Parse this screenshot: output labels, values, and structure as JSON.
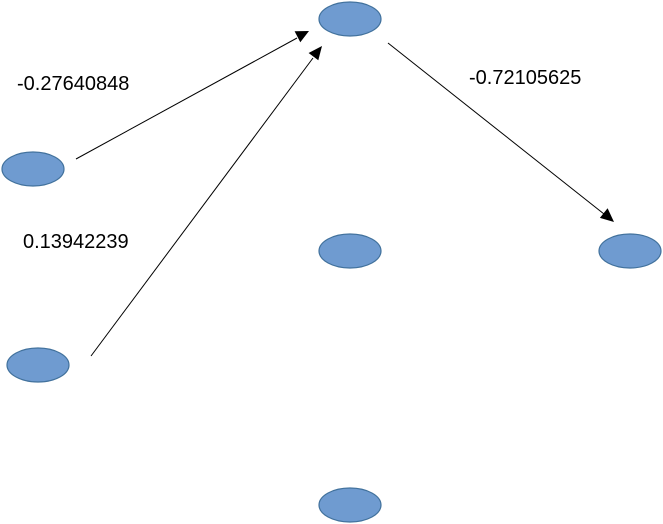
{
  "colors": {
    "node_fill": "#6f9bd0",
    "node_stroke": "#41719c",
    "edge": "#000000",
    "text": "#000000"
  },
  "nodes": [
    {
      "id": "input-1"
    },
    {
      "id": "input-2"
    },
    {
      "id": "hidden-1"
    },
    {
      "id": "hidden-2"
    },
    {
      "id": "hidden-3"
    },
    {
      "id": "output-1"
    }
  ],
  "edges": [
    {
      "from": "input-1",
      "to": "hidden-1",
      "weight": "-0.27640848"
    },
    {
      "from": "input-2",
      "to": "hidden-1",
      "weight": "0.13942239"
    },
    {
      "from": "hidden-1",
      "to": "output-1",
      "weight": "-0.72105625"
    }
  ]
}
